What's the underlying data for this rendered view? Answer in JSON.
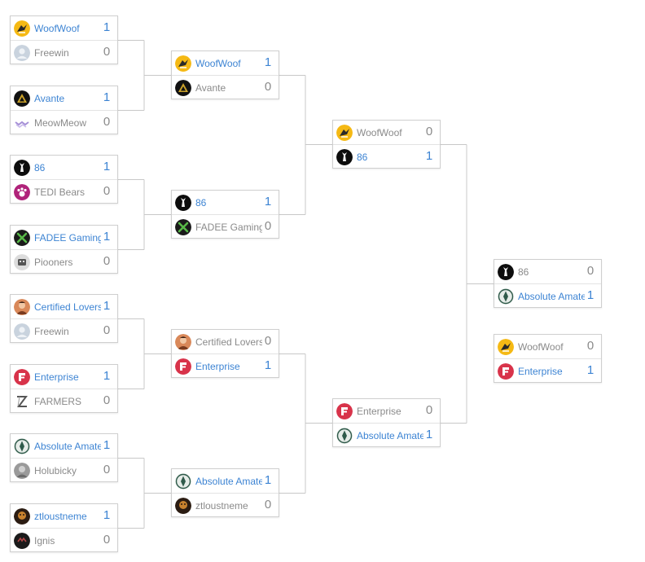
{
  "rounds": [
    {
      "name": "round-1",
      "matches": [
        {
          "teams": [
            {
              "name": "WoofWoof",
              "score": "1",
              "win": true,
              "logo": "woofwoof-logo"
            },
            {
              "name": "Freewin",
              "score": "0",
              "win": false,
              "logo": "default-avatar"
            }
          ]
        },
        {
          "teams": [
            {
              "name": "Avante",
              "score": "1",
              "win": true,
              "logo": "avante-logo"
            },
            {
              "name": "MeowMeow",
              "score": "0",
              "win": false,
              "logo": "meowmeow-logo"
            }
          ]
        },
        {
          "teams": [
            {
              "name": "86",
              "score": "1",
              "win": true,
              "logo": "team-86-logo"
            },
            {
              "name": "TEDI Bears",
              "score": "0",
              "win": false,
              "logo": "tedi-bears-logo"
            }
          ]
        },
        {
          "teams": [
            {
              "name": "FADEE Gaming",
              "score": "1",
              "win": true,
              "logo": "xbox-logo"
            },
            {
              "name": "Piooners",
              "score": "0",
              "win": false,
              "logo": "piooners-logo"
            }
          ]
        },
        {
          "teams": [
            {
              "name": "Certified Lovers",
              "score": "1",
              "win": true,
              "logo": "certified-lovers-logo"
            },
            {
              "name": "Freewin",
              "score": "0",
              "win": false,
              "logo": "default-avatar"
            }
          ]
        },
        {
          "teams": [
            {
              "name": "Enterprise",
              "score": "1",
              "win": true,
              "logo": "enterprise-logo"
            },
            {
              "name": "FARMERS",
              "score": "0",
              "win": false,
              "logo": "farmers-logo"
            }
          ]
        },
        {
          "teams": [
            {
              "name": "Absolute Amateurs",
              "score": "1",
              "win": true,
              "logo": "absolute-logo"
            },
            {
              "name": "Holubicky",
              "score": "0",
              "win": false,
              "logo": "holubicky-logo"
            }
          ]
        },
        {
          "teams": [
            {
              "name": "ztloustneme",
              "score": "1",
              "win": true,
              "logo": "ztloustneme-logo"
            },
            {
              "name": "Ignis",
              "score": "0",
              "win": false,
              "logo": "ignis-logo"
            }
          ]
        }
      ]
    },
    {
      "name": "round-2",
      "matches": [
        {
          "teams": [
            {
              "name": "WoofWoof",
              "score": "1",
              "win": true,
              "logo": "woofwoof-logo"
            },
            {
              "name": "Avante",
              "score": "0",
              "win": false,
              "logo": "avante-logo"
            }
          ]
        },
        {
          "teams": [
            {
              "name": "86",
              "score": "1",
              "win": true,
              "logo": "team-86-logo"
            },
            {
              "name": "FADEE Gaming",
              "score": "0",
              "win": false,
              "logo": "xbox-logo"
            }
          ]
        },
        {
          "teams": [
            {
              "name": "Certified Lovers",
              "score": "0",
              "win": false,
              "logo": "certified-lovers-logo"
            },
            {
              "name": "Enterprise",
              "score": "1",
              "win": true,
              "logo": "enterprise-logo"
            }
          ]
        },
        {
          "teams": [
            {
              "name": "Absolute Amateurs",
              "score": "1",
              "win": true,
              "logo": "absolute-logo"
            },
            {
              "name": "ztloustneme",
              "score": "0",
              "win": false,
              "logo": "ztloustneme-logo"
            }
          ]
        }
      ]
    },
    {
      "name": "round-3",
      "matches": [
        {
          "teams": [
            {
              "name": "WoofWoof",
              "score": "0",
              "win": false,
              "logo": "woofwoof-logo"
            },
            {
              "name": "86",
              "score": "1",
              "win": true,
              "logo": "team-86-logo"
            }
          ]
        },
        {
          "teams": [
            {
              "name": "Enterprise",
              "score": "0",
              "win": false,
              "logo": "enterprise-logo"
            },
            {
              "name": "Absolute Amateurs",
              "score": "1",
              "win": true,
              "logo": "absolute-logo"
            }
          ]
        }
      ]
    },
    {
      "name": "final",
      "matches": [
        {
          "teams": [
            {
              "name": "86",
              "score": "0",
              "win": false,
              "logo": "team-86-logo"
            },
            {
              "name": "Absolute Amateurs",
              "score": "1",
              "win": true,
              "logo": "absolute-logo"
            }
          ]
        }
      ]
    },
    {
      "name": "third-place",
      "matches": [
        {
          "teams": [
            {
              "name": "WoofWoof",
              "score": "0",
              "win": false,
              "logo": "woofwoof-logo"
            },
            {
              "name": "Enterprise",
              "score": "1",
              "win": true,
              "logo": "enterprise-logo"
            }
          ]
        }
      ]
    }
  ],
  "colors": {
    "winner": "#3d84d3",
    "loser": "#8a8a8a",
    "border": "#cfcfcf",
    "line": "#c8c8c8"
  }
}
